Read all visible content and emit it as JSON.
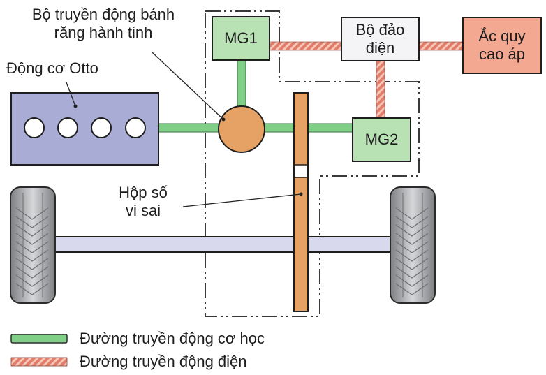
{
  "labels": {
    "planetary_gear": [
      "Bộ truyền động bánh",
      "răng hành tinh"
    ],
    "engine": "Động cơ Otto",
    "mg1": "MG1",
    "mg2": "MG2",
    "inverter": [
      "Bộ đảo",
      "điện"
    ],
    "battery": [
      "Ắc quy",
      "cao áp"
    ],
    "differential": [
      "Hộp số",
      "vi sai"
    ]
  },
  "legend": [
    {
      "label": "Đường truyền động cơ học",
      "style": "mechanical"
    },
    {
      "label": "Đường truyền động điện",
      "style": "electrical"
    }
  ],
  "colors": {
    "mechanical": "#7fcf86",
    "electrical_base": "#e37d6a",
    "electrical_stripe": "#f6c7b8",
    "engine": "#a9acd4",
    "gear": "#e6a264",
    "motor_box": "#b8e2b4",
    "inverter_box": "#f4f4f6",
    "battery_box": "#f2a891",
    "axle": "#d8d9ec",
    "tire": "#9a9b9d"
  }
}
